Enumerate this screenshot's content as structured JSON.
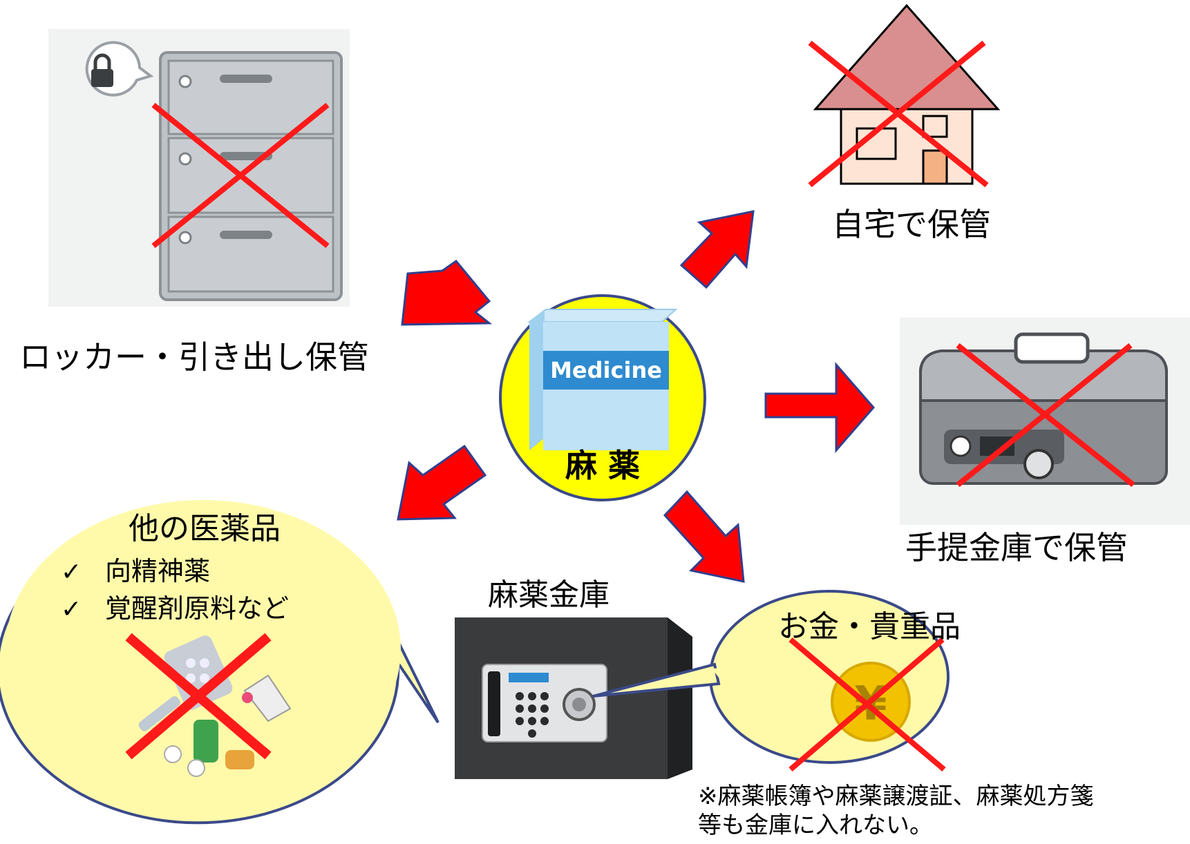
{
  "center": {
    "medicine_text": "Medicine",
    "label": "麻 薬"
  },
  "locker": {
    "label": "ロッカー・引き出し保管"
  },
  "house": {
    "label": "自宅で保管"
  },
  "cashbox": {
    "label": "手提金庫で保管"
  },
  "other_drugs": {
    "title": "他の医薬品",
    "items": [
      "向精神薬",
      "覚醒剤原料など"
    ],
    "check_mark": "✓"
  },
  "safe": {
    "label": "麻薬金庫"
  },
  "valuables": {
    "label": "お金・貴重品",
    "yen_symbol": "¥"
  },
  "note": {
    "line1": "※麻薬帳簿や麻薬譲渡証、麻薬処方箋",
    "line2": "等も金庫に入れない。"
  },
  "colors": {
    "arrow_red": "#ff0000",
    "arrow_outline": "#2f3f8f",
    "cross_red": "#ff1a1a",
    "center_yellow": "#ffff00",
    "bubble_fill": "#fffaaa",
    "medicine_blue": "#2e8bd0"
  }
}
